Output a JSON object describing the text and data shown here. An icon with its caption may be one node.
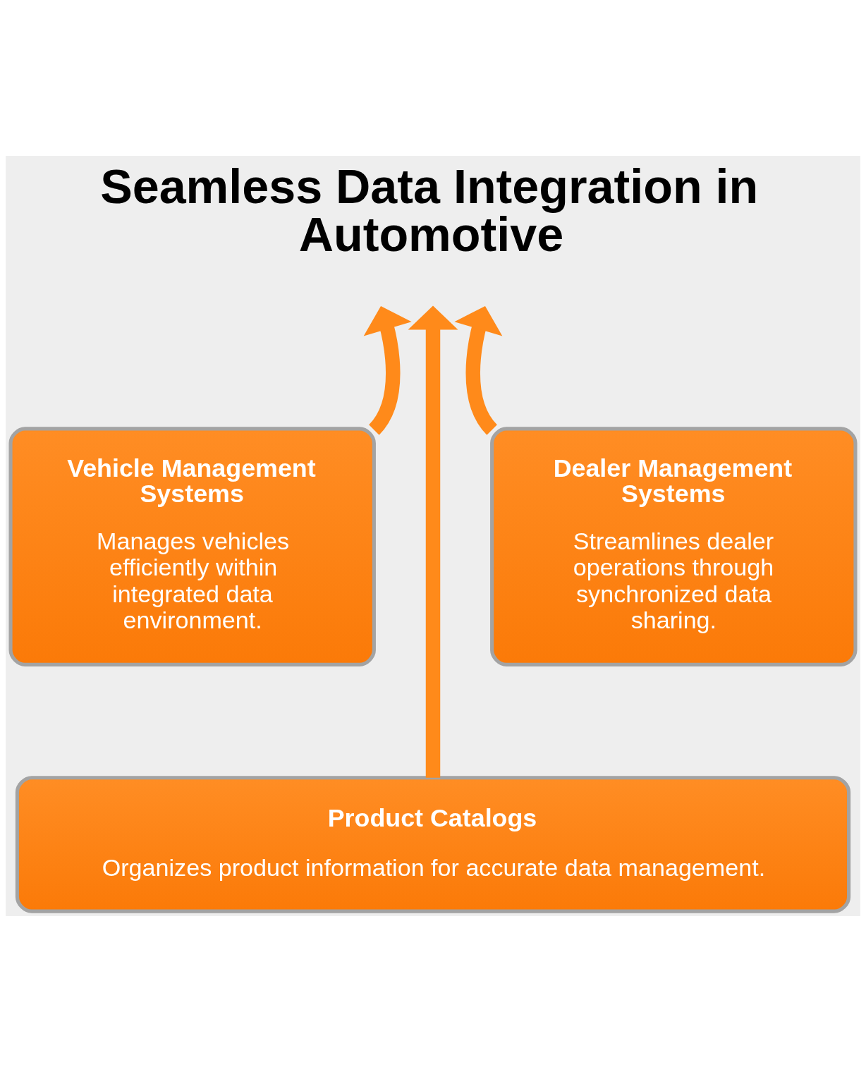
{
  "diagram": {
    "title": "Seamless Data Integration in Automotive",
    "nodes": [
      {
        "text": [
          "Vehicle Management Systems",
          "Manages vehicles efficiently within integrated data environment."
        ]
      },
      {
        "text": [
          "Dealer Management Systems",
          "Streamlines dealer operations through synchronized data sharing."
        ]
      },
      {
        "text": [
          "Product Catalogs",
          "Organizes product information for accurate data management."
        ]
      }
    ],
    "edges": [
      {
        "from": 0,
        "to": null,
        "arrow": "to"
      },
      {
        "from": 2,
        "to": null,
        "arrow": "to"
      },
      {
        "from": 1,
        "to": null,
        "arrow": "to"
      }
    ]
  }
}
